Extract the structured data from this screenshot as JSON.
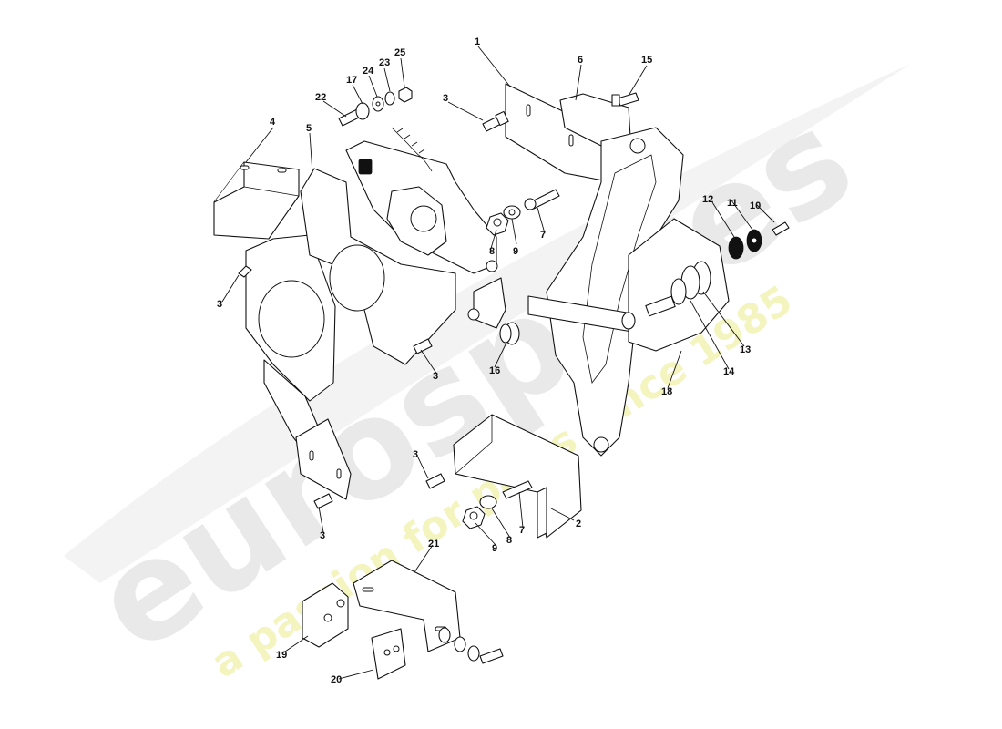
{
  "watermark": {
    "brand": "eurospares",
    "tagline": "a passion for parts since 1985"
  },
  "callouts": {
    "c1": "1",
    "c2": "2",
    "c3a": "3",
    "c3b": "3",
    "c3c": "3",
    "c3d": "3",
    "c3e": "3",
    "c4": "4",
    "c5": "5",
    "c6": "6",
    "c7a": "7",
    "c7b": "7",
    "c8a": "8",
    "c8b": "8",
    "c9a": "9",
    "c9b": "9",
    "c10": "10",
    "c11": "11",
    "c12": "12",
    "c13": "13",
    "c14": "14",
    "c15": "15",
    "c16": "16",
    "c17": "17",
    "c18": "18",
    "c19": "19",
    "c20": "20",
    "c21": "21",
    "c22": "22",
    "c23": "23",
    "c24": "24",
    "c25": "25"
  }
}
